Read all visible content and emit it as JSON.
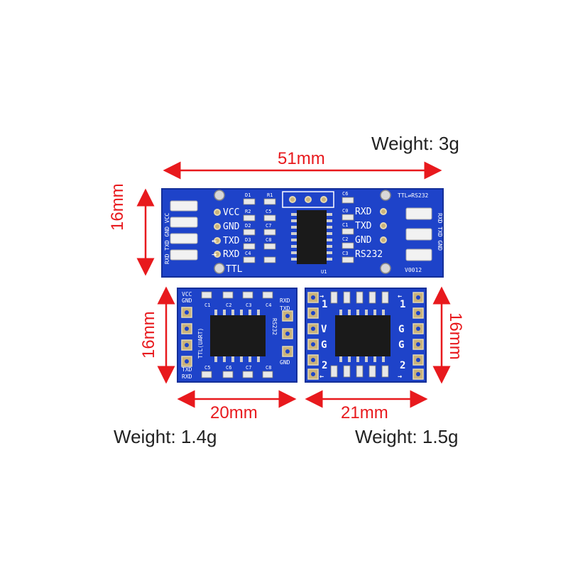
{
  "colors": {
    "accent": "#e8191d",
    "pcb": "#1e43c9",
    "pcb_dark": "#142f99",
    "pad": "#c9b27a"
  },
  "weights": {
    "long_board": "Weight: 3g",
    "left_board": "Weight: 1.4g",
    "right_board": "Weight: 1.5g"
  },
  "dimensions": {
    "long_width": "51mm",
    "long_height": "16mm",
    "left_height": "16mm",
    "right_height": "16mm",
    "left_width": "20mm",
    "right_width": "21mm"
  },
  "long_board": {
    "left_pins_vertical": [
      "RXD",
      "TXD",
      "GND",
      "VCC"
    ],
    "left_labels": [
      "VCC",
      "GND",
      "TXD",
      "RXD",
      "TTL"
    ],
    "right_labels": [
      "RXD",
      "TXD",
      "GND",
      "RS232"
    ],
    "right_pins_vertical": [
      "RXD",
      "TXD",
      "GND"
    ],
    "title": "TTL⇌RS232",
    "version": "V0012",
    "refs": [
      "D1",
      "R1",
      "C6",
      "R2",
      "C5",
      "C0",
      "D2",
      "C7",
      "C1",
      "D3",
      "C8",
      "C2",
      "C4",
      "C3",
      "U1"
    ]
  },
  "left_board": {
    "top_left": [
      "VCC",
      "GND"
    ],
    "right_labels": [
      "RXD",
      "TXD"
    ],
    "bottom_left": [
      "TXD",
      "RXD"
    ],
    "right_bottom": "GND",
    "side_label": "TTL(UART)",
    "side_label_right": "RS232",
    "refs_top": [
      "C1",
      "C2",
      "C3",
      "C4"
    ],
    "refs_bottom": [
      "C5",
      "C6",
      "C7",
      "C8"
    ]
  },
  "right_board": {
    "left_marks": [
      "1",
      "V",
      "G",
      "2"
    ],
    "right_marks": [
      "1",
      "G",
      "G",
      "2"
    ]
  }
}
